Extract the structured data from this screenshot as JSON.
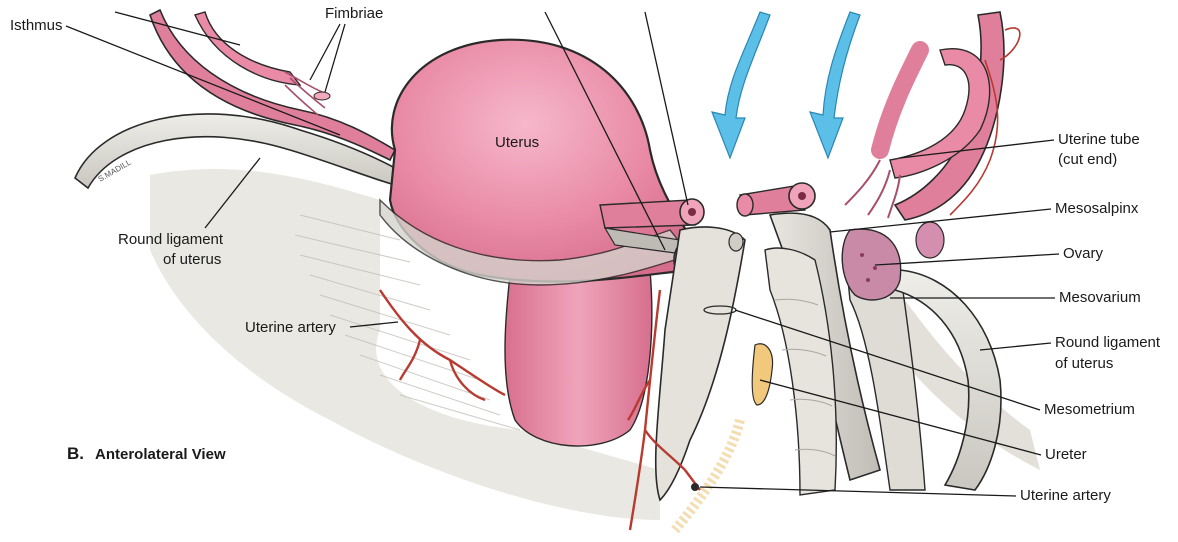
{
  "caption": {
    "letter": "B.",
    "text": "Anterolateral View"
  },
  "labels": {
    "isthmus": "Isthmus",
    "fimbriae": "Fimbriae",
    "uterus": "Uterus",
    "round_ligament_left_1": "Round ligament",
    "round_ligament_left_2": "of uterus",
    "uterine_artery_left": "Uterine artery",
    "uterine_tube_1": "Uterine tube",
    "uterine_tube_2": "(cut end)",
    "mesosalpinx": "Mesosalpinx",
    "ovary": "Ovary",
    "mesovarium": "Mesovarium",
    "round_ligament_right_1": "Round ligament",
    "round_ligament_right_2": "of uterus",
    "mesometrium": "Mesometrium",
    "ureter": "Ureter",
    "uterine_artery_right": "Uterine artery"
  },
  "signature": "S.MADILL",
  "colors": {
    "uterus_pink": "#e98aa6",
    "tube_pink": "#e07f9c",
    "ligament_gray": "#dcdad2",
    "peritoneum_gray": "#cfcdc6",
    "arrow_blue": "#5bbfe8",
    "ovary_pink": "#c98aa8",
    "ureter_yellow": "#f2c97c",
    "artery_red": "#b83a30"
  }
}
